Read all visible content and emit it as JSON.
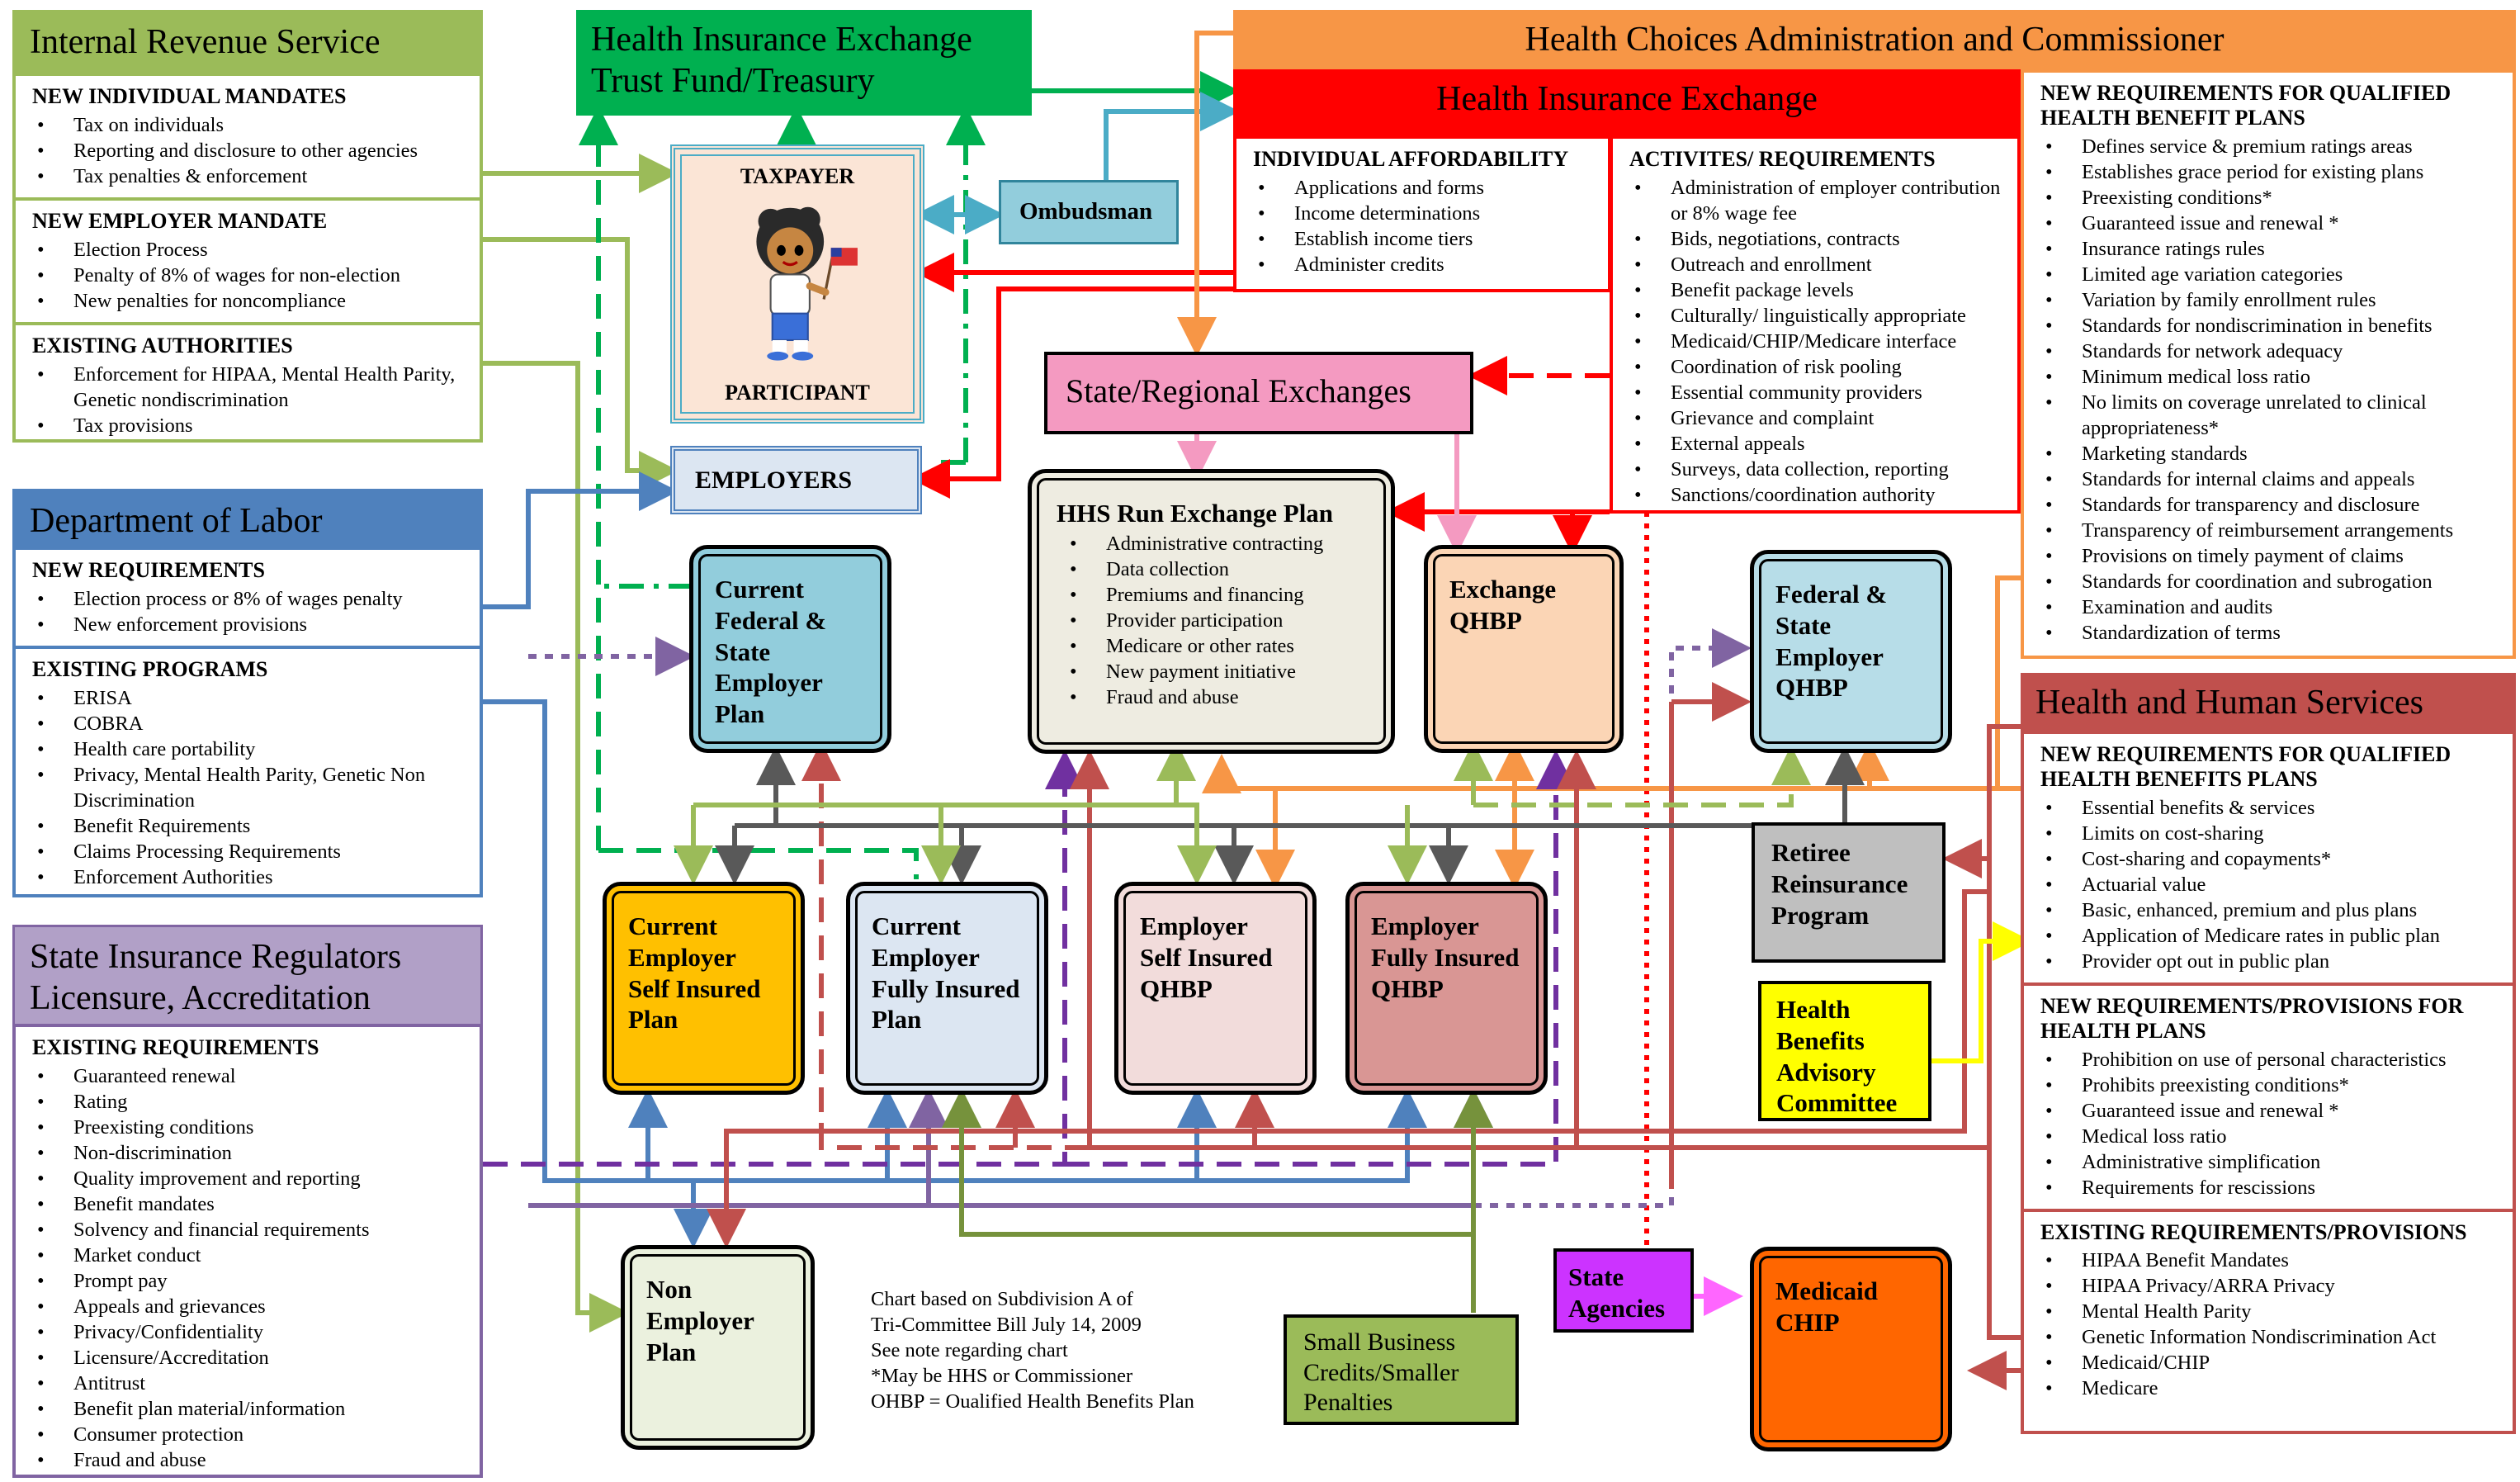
{
  "colors": {
    "irs_green": "#9bbb59",
    "treasury_green": "#00b050",
    "hca_orange": "#f79646",
    "hie_red": "#ff0000",
    "dol_blue": "#4f81bd",
    "state_reg_purple": "#8064a2",
    "hhs_red": "#c0504d",
    "taxpayer_bg": "#fbe5d6",
    "taxpayer_border": "#4bacc6",
    "ombudsman_bg": "#92cddc",
    "pink_box": "#f49ac1",
    "gold": "#ffc000",
    "yellow": "#ffff00",
    "magenta": "#cc33ff",
    "medicaid_orange": "#ff6600",
    "small_biz_green": "#9bbb59",
    "gray_box": "#bfbfbf"
  },
  "irs": {
    "title": "Internal Revenue Service",
    "sections": [
      {
        "title": "NEW INDIVIDUAL MANDATES",
        "items": [
          "Tax on individuals",
          "Reporting and disclosure to other agencies",
          "Tax penalties & enforcement"
        ]
      },
      {
        "title": "NEW EMPLOYER MANDATE",
        "items": [
          "Election Process",
          "Penalty of  8% of wages for non-election",
          "New penalties for noncompliance"
        ]
      },
      {
        "title": "EXISTING AUTHORITIES",
        "items": [
          "Enforcement for HIPAA, Mental Health Parity, Genetic nondiscrimination",
          "Tax provisions"
        ]
      }
    ]
  },
  "dol": {
    "title": "Department of Labor",
    "sections": [
      {
        "title": "NEW REQUIREMENTS",
        "items": [
          "Election process or 8% of wages penalty",
          "New enforcement provisions"
        ]
      },
      {
        "title": "EXISTING PROGRAMS",
        "items": [
          "ERISA",
          "COBRA",
          "Health care portability",
          "Privacy, Mental Health Parity, Genetic Non Discrimination",
          "Benefit Requirements",
          "Claims Processing Requirements",
          "Enforcement Authorities"
        ]
      }
    ]
  },
  "state_reg": {
    "title": "State Insurance Regulators Licensure, Accreditation",
    "sections": [
      {
        "title": "EXISTING REQUIREMENTS",
        "items": [
          "Guaranteed renewal",
          "Rating",
          "Preexisting conditions",
          "Non-discrimination",
          "Quality improvement and reporting",
          "Benefit mandates",
          "Solvency and financial requirements",
          "Market conduct",
          "Prompt pay",
          "Appeals and grievances",
          "Privacy/Confidentiality",
          "Licensure/Accreditation",
          "Antitrust",
          "Benefit plan material/information",
          "Consumer protection",
          "Fraud and abuse"
        ]
      }
    ]
  },
  "treasury": {
    "title": "Health Insurance Exchange Trust Fund/Treasury"
  },
  "hca": {
    "title": "Health Choices Administration and Commissioner"
  },
  "hie": {
    "title": "Health Insurance Exchange",
    "affordability": {
      "title": "INDIVIDUAL AFFORDABILITY",
      "items": [
        "Applications and forms",
        "Income determinations",
        "Establish income tiers",
        "Administer credits"
      ]
    },
    "activities": {
      "title": "ACTIVITES/ REQUIREMENTS",
      "items": [
        "Administration of employer contribution or 8%  wage fee",
        "Bids, negotiations, contracts",
        "Outreach and enrollment",
        "Benefit package levels",
        "Culturally/ linguistically appropriate",
        "Medicaid/CHIP/Medicare interface",
        "Coordination of risk pooling",
        "Essential community providers",
        "Grievance and complaint",
        "External appeals",
        "Surveys, data collection, reporting",
        "Sanctions/coordination authority"
      ]
    }
  },
  "qhbp_requirements": {
    "title": "NEW REQUIREMENTS FOR QUALIFIED HEALTH BENEFIT PLANS",
    "items": [
      "Defines service & premium ratings areas",
      "Establishes grace period for existing plans",
      "Preexisting conditions*",
      "Guaranteed issue and renewal *",
      "Insurance ratings rules",
      "Limited age variation categories",
      "Variation by family enrollment rules",
      "Standards for nondiscrimination in benefits",
      "Standards for network adequacy",
      "Minimum medical loss ratio",
      "No limits on coverage unrelated to clinical appropriateness*",
      "Marketing standards",
      "Standards for internal claims and appeals",
      "Standards for transparency and disclosure",
      "Transparency of reimbursement arrangements",
      "Provisions on timely payment of claims",
      "Standards for coordination and subrogation",
      "Examination and audits",
      "Standardization of terms"
    ]
  },
  "hhs": {
    "title": "Health and Human Services",
    "sections": [
      {
        "title": "NEW REQUIREMENTS FOR QUALIFIED HEALTH BENEFITS PLANS",
        "items": [
          "Essential benefits & services",
          "Limits on cost-sharing",
          "Cost-sharing and copayments*",
          "Actuarial value",
          "Basic, enhanced, premium and plus plans",
          "Application of Medicare rates in public plan",
          "Provider opt out in public plan"
        ]
      },
      {
        "title": "NEW REQUIREMENTS/PROVISIONS FOR HEALTH PLANS",
        "items": [
          "Prohibition on use of personal characteristics",
          "Prohibits preexisting conditions*",
          "Guaranteed issue and renewal *",
          "Medical loss ratio",
          "Administrative simplification",
          "Requirements for rescissions"
        ]
      },
      {
        "title": "EXISTING REQUIREMENTS/PROVISIONS",
        "items": [
          "HIPAA Benefit Mandates",
          "HIPAA Privacy/ARRA Privacy",
          "Mental Health Parity",
          "Genetic Information Nondiscrimination Act",
          "Medicaid/CHIP",
          "Medicare"
        ]
      }
    ]
  },
  "taxpayer": {
    "top": "TAXPAYER",
    "bottom": "PARTICIPANT"
  },
  "ombudsman": "Ombudsman",
  "employers": "EMPLOYERS",
  "state_exchanges": "State/Regional Exchanges",
  "hhs_run": {
    "title": "HHS Run Exchange Plan",
    "items": [
      "Administrative contracting",
      "Data collection",
      "Premiums and financing",
      "Provider participation",
      "Medicare or other rates",
      "New payment initiative",
      "Fraud and abuse"
    ]
  },
  "exchange_qhbp": "Exchange QHBP",
  "fed_state_employer_qhbp": "Federal & State Employer QHBP",
  "current_fed_state": "Current Federal & State Employer Plan",
  "current_self": "Current Employer Self Insured Plan",
  "current_fully": "Current Employer Fully Insured Plan",
  "emp_self_qhbp": "Employer Self Insured QHBP",
  "emp_fully_qhbp": "Employer Fully Insured QHBP",
  "retiree": "Retiree Reinsurance Program",
  "hbac": "Health Benefits Advisory Committee",
  "non_employer": "Non Employer Plan",
  "small_biz": "Small Business Credits/Smaller Penalties",
  "state_agencies": "State Agencies",
  "medicaid": "Medicaid CHIP",
  "note_lines": [
    "Chart based on Subdivision A of",
    "Tri-Committee Bill July 14, 2009",
    "See note regarding chart",
    "*May be HHS or Commissioner",
    "OHBP = Oualified Health Benefits Plan"
  ]
}
